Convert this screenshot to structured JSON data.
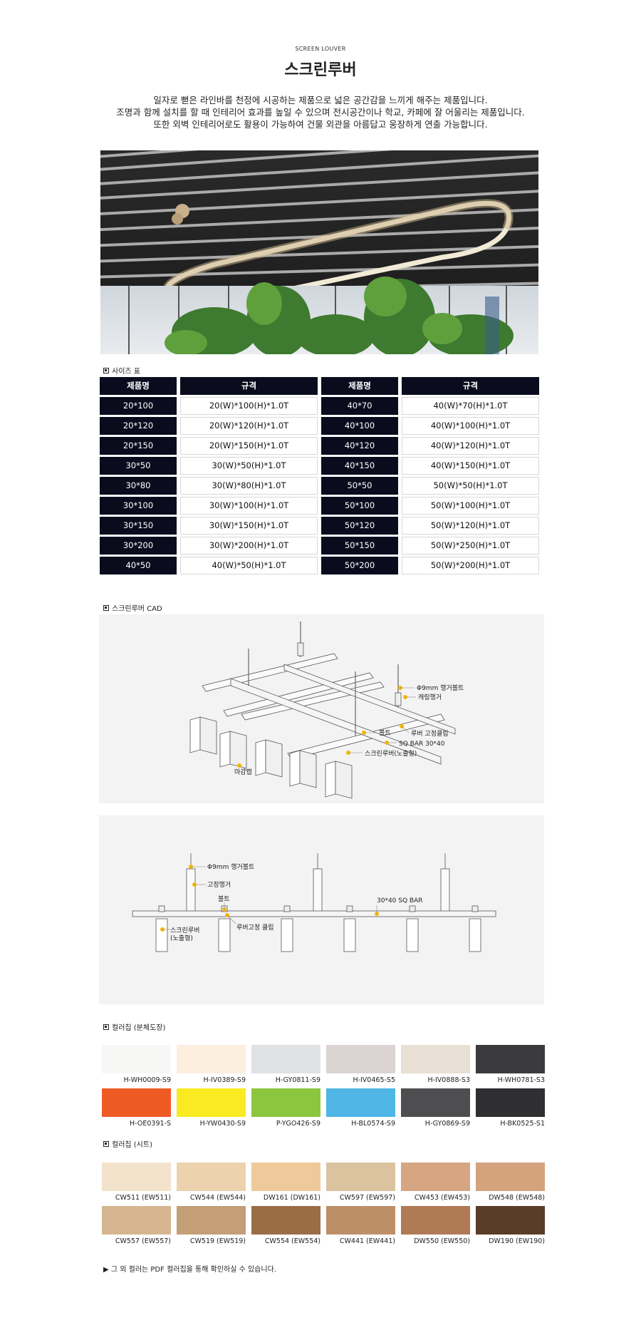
{
  "header": {
    "eyebrow": "SCREEN LOUVER",
    "title": "스크린루버",
    "intro_lines": [
      "일자로 뻗은 라인바를 천정에 시공하는 제품으로 넓은 공간감을 느끼게 해주는 제품입니다.",
      "조명과 함께 설치를 할 때 인테리어 효과를 높일 수 있으며 전시공간이나 학교, 카페에 잘 어울리는 제품입니다.",
      "또한 외벽 인테리어로도 활용이 가능하여 건물 외관을 아름답고 웅장하게 연출 가능합니다."
    ]
  },
  "size_table": {
    "label": "사이즈 표",
    "headers": [
      "제품명",
      "규격",
      "제품명",
      "규격"
    ],
    "rows": [
      [
        "20*100",
        "20(W)*100(H)*1.0T",
        "40*70",
        "40(W)*70(H)*1.0T"
      ],
      [
        "20*120",
        "20(W)*120(H)*1.0T",
        "40*100",
        "40(W)*100(H)*1.0T"
      ],
      [
        "20*150",
        "20(W)*150(H)*1.0T",
        "40*120",
        "40(W)*120(H)*1.0T"
      ],
      [
        "30*50",
        "30(W)*50(H)*1.0T",
        "40*150",
        "40(W)*150(H)*1.0T"
      ],
      [
        "30*80",
        "30(W)*80(H)*1.0T",
        "50*50",
        "50(W)*50(H)*1.0T"
      ],
      [
        "30*100",
        "30(W)*100(H)*1.0T",
        "50*100",
        "50(W)*100(H)*1.0T"
      ],
      [
        "30*150",
        "30(W)*150(H)*1.0T",
        "50*120",
        "50(W)*120(H)*1.0T"
      ],
      [
        "30*200",
        "30(W)*200(H)*1.0T",
        "50*150",
        "50(W)*250(H)*1.0T"
      ],
      [
        "40*50",
        "40(W)*50(H)*1.0T",
        "50*200",
        "50(W)*200(H)*1.0T"
      ]
    ]
  },
  "cad": {
    "label": "스크린루버 CAD",
    "iso_labels": {
      "hanger_bolt": "Φ9mm 행거볼트",
      "carrying_hanger": "캐링행거",
      "bolt": "볼트",
      "louver_clip": "루버 고정클립",
      "sq_bar": "SQ BAR 30*40",
      "screen_louver": "스크린루버(노출형)",
      "end_cap": "마감캡"
    },
    "side_labels": {
      "hanger_bolt": "Φ9mm 행거볼트",
      "fixed_hanger": "고정행거",
      "bolt": "볼트",
      "sq_bar": "30*40 SQ BAR",
      "louver_clip": "루버고정 클립",
      "screen_louver_1": "스크린루버",
      "screen_louver_2": "(노출형)"
    }
  },
  "colors_paint": {
    "label": "컬러칩 (분체도장)",
    "chips": [
      {
        "code": "H-WH0009-S9",
        "color": "#f7f7f5"
      },
      {
        "code": "H-IV0389-S9",
        "color": "#fcefe0"
      },
      {
        "code": "H-GY0811-S9",
        "color": "#e0e2e4"
      },
      {
        "code": "H-IV0465-S5",
        "color": "#dcd4d2"
      },
      {
        "code": "H-IV0888-S3",
        "color": "#e8e0d4"
      },
      {
        "code": "H-WH0781-S3",
        "color": "#3b3b3d"
      },
      {
        "code": "H-OE0391-S",
        "color": "#ee5a24"
      },
      {
        "code": "H-YW0430-S9",
        "color": "#f9ea22"
      },
      {
        "code": "P-YGO426-S9",
        "color": "#8cc63f"
      },
      {
        "code": "H-BL0574-S9",
        "color": "#4fb6e6"
      },
      {
        "code": "H-GY0869-S9",
        "color": "#4e4e50"
      },
      {
        "code": "H-BK0525-S1",
        "color": "#2f2f31"
      }
    ]
  },
  "colors_sheet": {
    "label": "컬러칩 (시트)",
    "chips": [
      {
        "code": "CW511 (EW511)",
        "color": "#f3e3cc"
      },
      {
        "code": "CW544 (EW544)",
        "color": "#ecd2ad"
      },
      {
        "code": "DW161 (DW161)",
        "color": "#f0c99a"
      },
      {
        "code": "CW597 (EW597)",
        "color": "#dcc39f"
      },
      {
        "code": "CW453 (EW453)",
        "color": "#d6a582"
      },
      {
        "code": "DW548 (EW548)",
        "color": "#d3a37e"
      },
      {
        "code": "CW557 (EW557)",
        "color": "#d5b590"
      },
      {
        "code": "CW519 (EW519)",
        "color": "#c49e77"
      },
      {
        "code": "CW554 (EW554)",
        "color": "#9b6d47"
      },
      {
        "code": "CW441 (EW441)",
        "color": "#bd8f68"
      },
      {
        "code": "DW550 (EW550)",
        "color": "#b07a56"
      },
      {
        "code": "DW190 (EW190)",
        "color": "#5a3d28"
      }
    ]
  },
  "footnote": "▶ 그 외 컬러는 PDF 컬러칩을 통해 확인하실 수 있습니다."
}
